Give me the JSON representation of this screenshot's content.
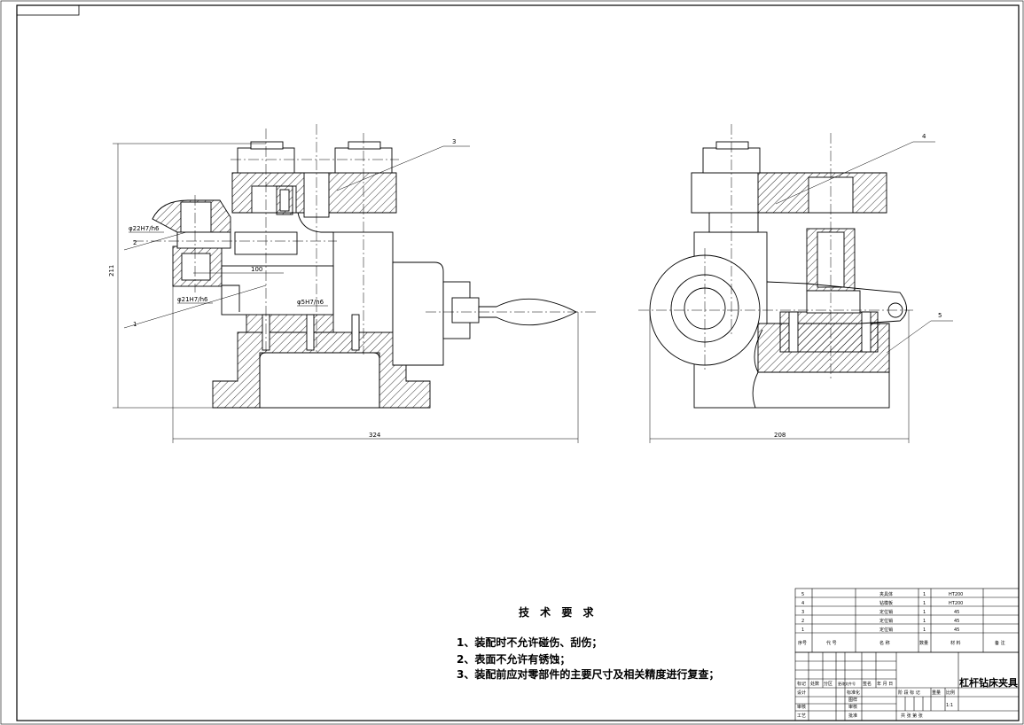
{
  "drawing": {
    "dims": {
      "height": "211",
      "width_front": "324",
      "width_side": "208",
      "hole_spacing": "100"
    },
    "fits": {
      "upper": "φ22H7/h6",
      "lower": "φ21H7/h6",
      "center": "φ5H7/h6"
    },
    "balloons": [
      "1",
      "2",
      "3",
      "4",
      "5"
    ]
  },
  "tech": {
    "title": "技 术 要 求",
    "lines": [
      "1、装配时不允许碰伤、刮伤；",
      "2、表面不允许有锈蚀；",
      "3、装配前应对零部件的主要尺寸及相关精度进行复查；"
    ]
  },
  "bom": {
    "rows": [
      {
        "no": "5",
        "name": "夹具体",
        "qty": "1",
        "material": "HT200"
      },
      {
        "no": "4",
        "name": "钻模板",
        "qty": "1",
        "material": "HT200"
      },
      {
        "no": "3",
        "name": "定位销",
        "qty": "1",
        "material": "45"
      },
      {
        "no": "2",
        "name": "定位销",
        "qty": "1",
        "material": "45"
      },
      {
        "no": "1",
        "name": "定位销",
        "qty": "1",
        "material": "45"
      }
    ],
    "header": {
      "no": "序号",
      "code": "代 号",
      "name": "名 称",
      "qty": "数量",
      "material": "材 料",
      "remark": "备 注"
    }
  },
  "titleblock": {
    "title": "杠杆钻床夹具",
    "mark": "标记",
    "count": "处数",
    "zone": "分区",
    "doc": "更改文件号",
    "sign": "签名",
    "date": "年 月 日",
    "design": "设计",
    "std": "标准化",
    "review": "审核",
    "craft": "工艺",
    "check": "审核",
    "approve": "批准",
    "draw": "图样",
    "stage": "阶 段 标 记",
    "weight": "重量",
    "scale_label": "比例",
    "scale": "1:1",
    "sheets": "共    张  第    张"
  }
}
